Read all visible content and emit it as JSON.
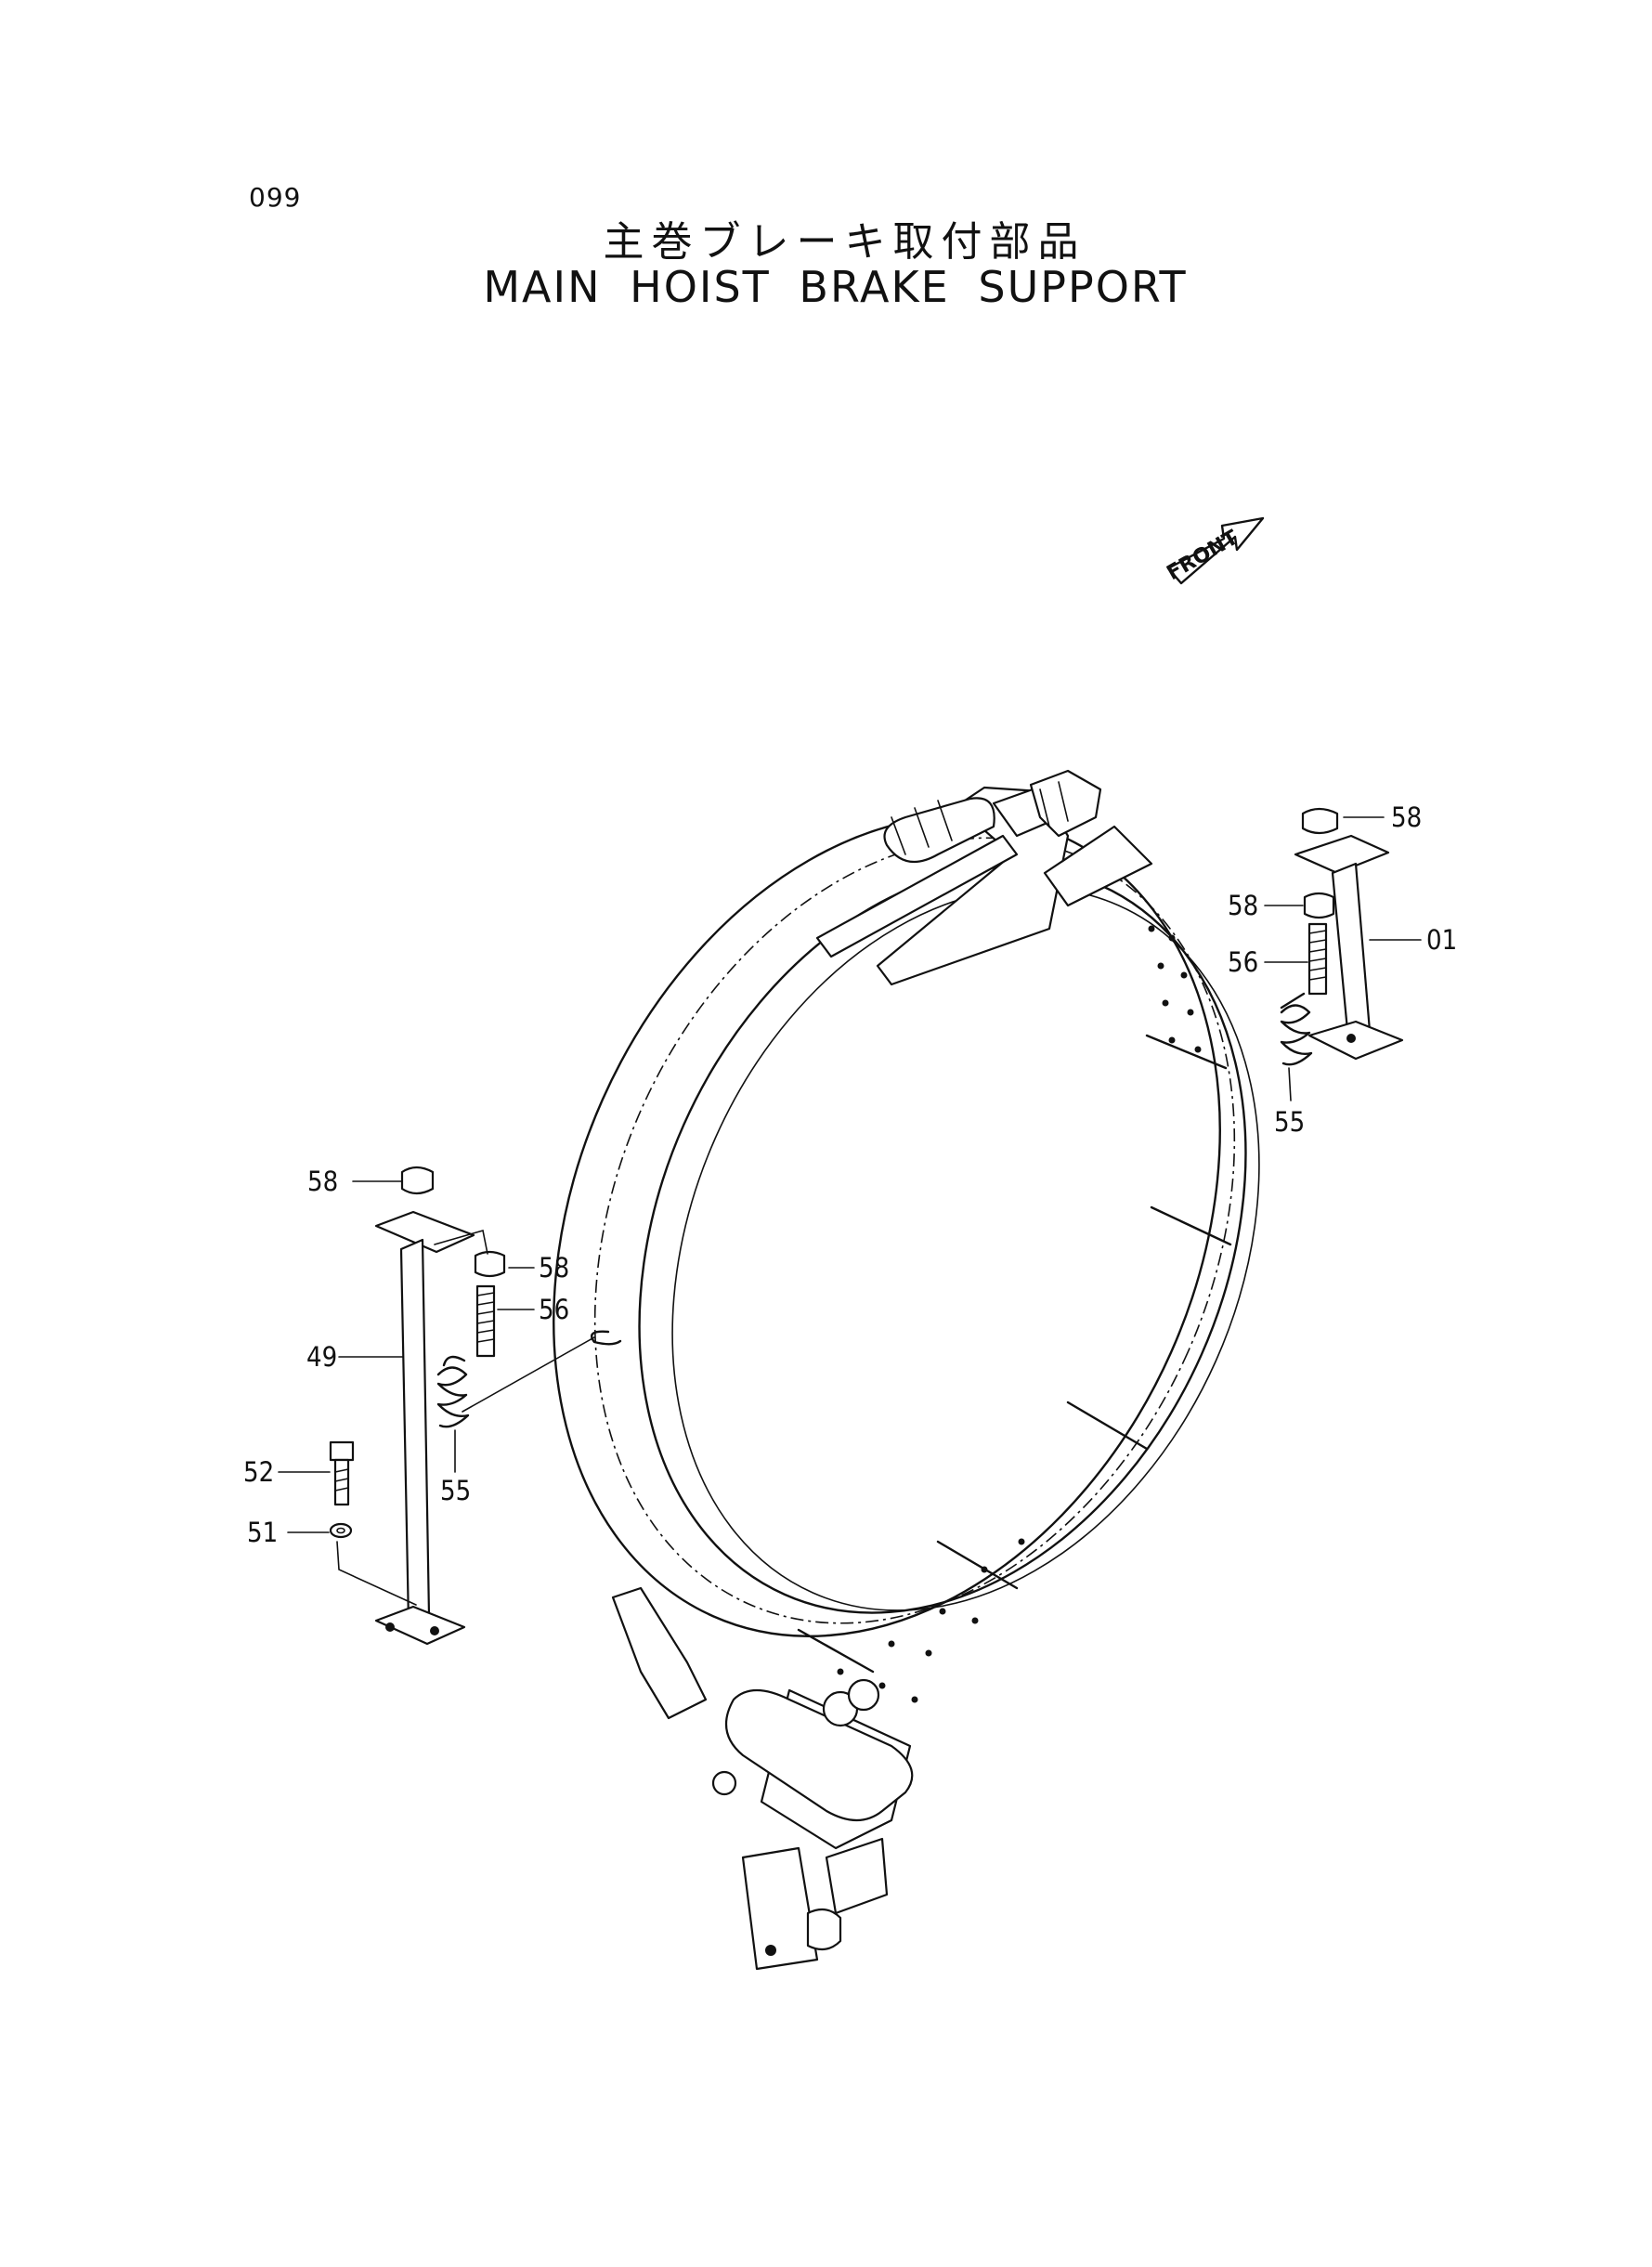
{
  "page": {
    "number": "099"
  },
  "title": {
    "japanese": "主巻ブレーキ取付部品",
    "english": "MAIN HOIST BRAKE SUPPORT"
  },
  "orientation_label": "FRONT",
  "callouts": {
    "c58_right_top": "58",
    "c58_right_mid": "58",
    "c01": "01",
    "c56_right": "56",
    "c55_right": "55",
    "c58_left_top": "58",
    "c58_left_mid": "58",
    "c56_left": "56",
    "c49": "49",
    "c52": "52",
    "c51": "51",
    "c55_left": "55"
  }
}
